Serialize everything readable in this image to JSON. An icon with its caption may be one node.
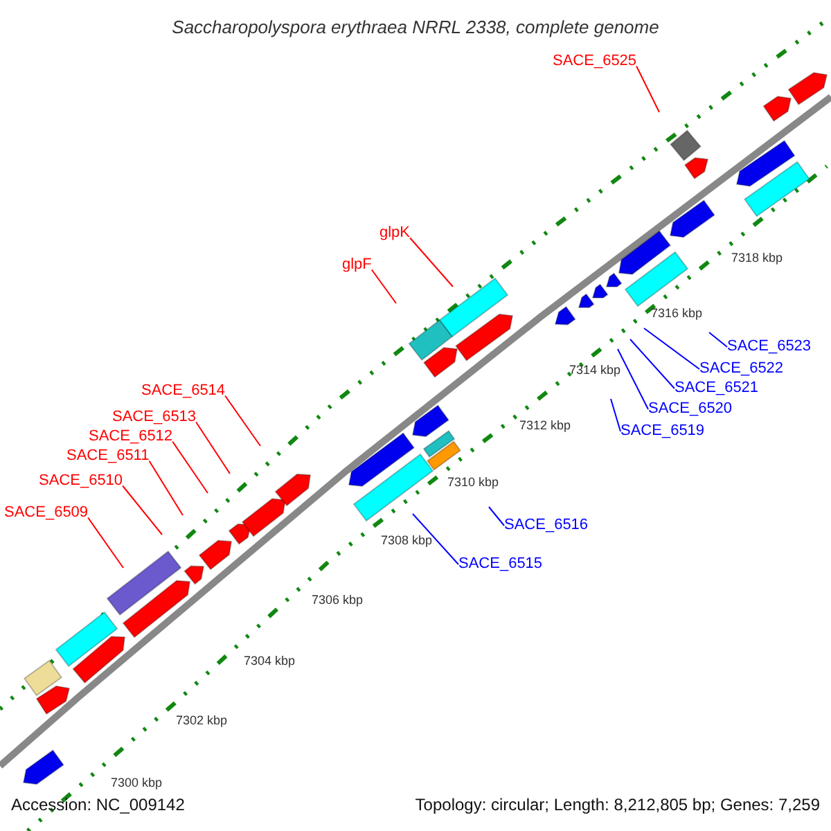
{
  "diagram": {
    "title": "Saccharopolyspora erythraea NRRL 2338, complete genome",
    "nodes": [
      {
        "text": [
          "SACE_6525"
        ]
      },
      {
        "text": [
          "glpK"
        ]
      },
      {
        "text": [
          "glpF"
        ]
      },
      {
        "text": [
          "SACE_6514"
        ]
      },
      {
        "text": [
          "SACE_6513"
        ]
      },
      {
        "text": [
          "SACE_6512"
        ]
      },
      {
        "text": [
          "SACE_6511"
        ]
      },
      {
        "text": [
          "SACE_6510"
        ]
      },
      {
        "text": [
          "SACE_6509"
        ]
      },
      {
        "text": [
          "SACE_6523"
        ]
      },
      {
        "text": [
          "SACE_6522"
        ]
      },
      {
        "text": [
          "SACE_6521"
        ]
      },
      {
        "text": [
          "SACE_6520"
        ]
      },
      {
        "text": [
          "SACE_6519"
        ]
      },
      {
        "text": [
          "SACE_6516"
        ]
      },
      {
        "text": [
          "SACE_6515"
        ]
      }
    ],
    "edges": [
      {
        "from": 0,
        "to": null,
        "arrow": "none"
      },
      {
        "from": 1,
        "to": null,
        "arrow": "none"
      },
      {
        "from": 2,
        "to": null,
        "arrow": "none"
      },
      {
        "from": 3,
        "to": null,
        "arrow": "none"
      },
      {
        "from": 4,
        "to": null,
        "arrow": "none"
      },
      {
        "from": 5,
        "to": null,
        "arrow": "none"
      },
      {
        "from": 6,
        "to": null,
        "arrow": "none"
      },
      {
        "from": 7,
        "to": null,
        "arrow": "none"
      },
      {
        "from": 8,
        "to": null,
        "arrow": "none"
      },
      {
        "from": 9,
        "to": null,
        "arrow": "none",
        "color": "#0000ff"
      },
      {
        "from": 10,
        "to": null,
        "arrow": "none",
        "color": "#0000ff"
      },
      {
        "from": 11,
        "to": null,
        "arrow": "none",
        "color": "#0000ff"
      },
      {
        "from": 12,
        "to": null,
        "arrow": "none",
        "color": "#0000ff"
      },
      {
        "from": 13,
        "to": null,
        "arrow": "none",
        "color": "#0000ff"
      },
      {
        "from": 14,
        "to": null,
        "arrow": "none",
        "color": "#0000ff"
      },
      {
        "from": 15,
        "to": null,
        "arrow": "none",
        "color": "#0000ff"
      }
    ],
    "labels": [
      "7318 kbp",
      "7316 kbp",
      "7314 kbp",
      "7312 kbp",
      "7310 kbp",
      "7308 kbp",
      "7306 kbp",
      "7304 kbp",
      "7302 kbp",
      "7300 kbp",
      "Accession: NC_009142",
      "Topology: circular; Length: 8,212,805 bp; Genes: 7,259"
    ]
  }
}
